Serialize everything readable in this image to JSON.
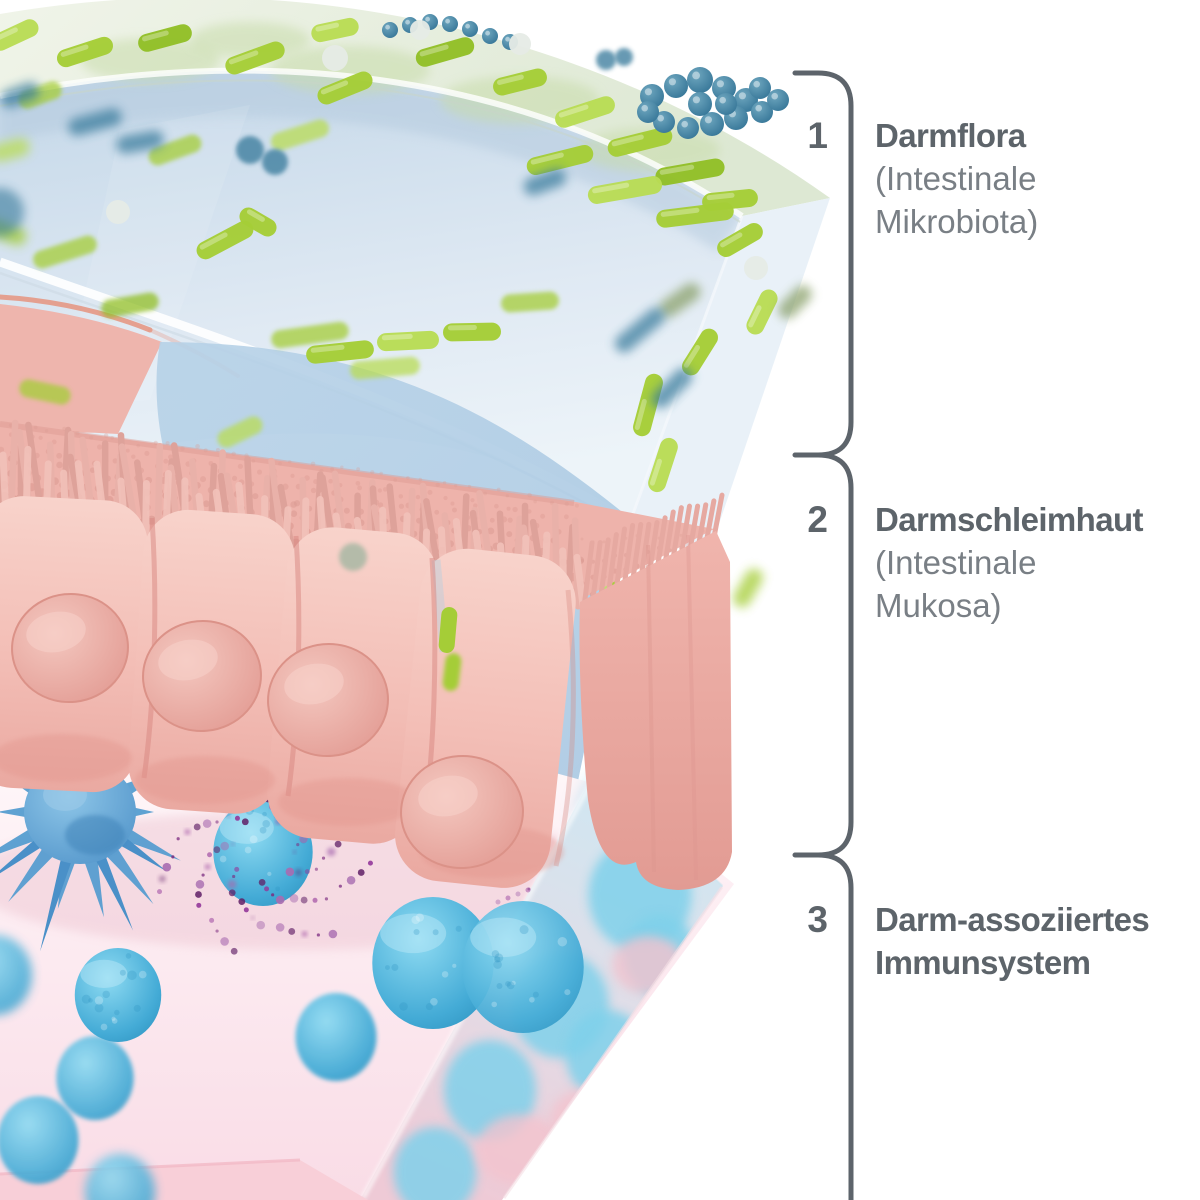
{
  "sections": [
    {
      "number": "1",
      "title_lines": [
        "Darmflora"
      ],
      "subtitle_lines": [
        "(Intestinale",
        "Mikrobiota)"
      ]
    },
    {
      "number": "2",
      "title_lines": [
        "Darmschleimhaut"
      ],
      "subtitle_lines": [
        "(Intestinale",
        "Mukosa)"
      ]
    },
    {
      "number": "3",
      "title_lines": [
        "Darm-assoziiertes",
        "Immunsystem"
      ],
      "subtitle_lines": []
    }
  ],
  "colors": {
    "label_text": "#5d646a",
    "subtitle_text": "#797f85",
    "bracket_line": "#5d646b",
    "bacteria_green": "#a5cd37",
    "bacteria_green_light": "#b9dc55",
    "bacteria_green_dark": "#92bf27",
    "bacteria_olive": "#8ba16c",
    "bacteria_blue": "#35789a",
    "mucosa_pink": "#f3beb6",
    "immune_cell_blue": "#45b0d8",
    "antigen_purple": "#7b2b80"
  }
}
